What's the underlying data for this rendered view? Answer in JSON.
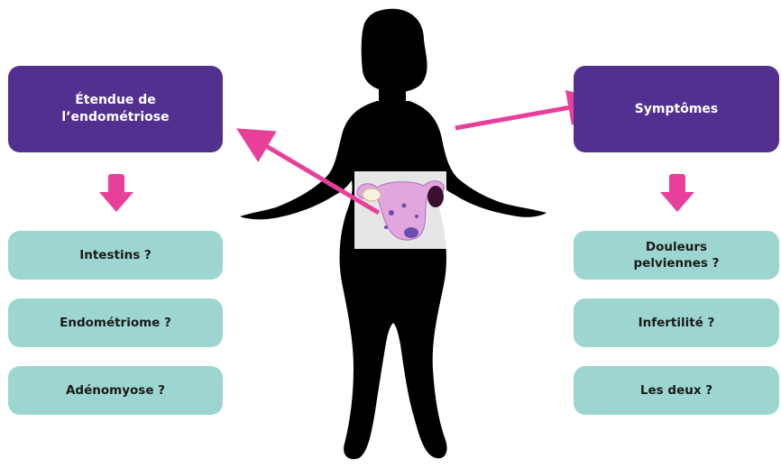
{
  "left": {
    "header": "Étendue de\nl’endométriose",
    "items": [
      "Intestins ?",
      "Endométriome ?",
      "Adénomyose ?"
    ]
  },
  "right": {
    "header": "Symptômes",
    "items": [
      "Douleurs\npelviennes ?",
      "Infertilité ?",
      "Les deux ?"
    ]
  },
  "colors": {
    "header_bg": "#52308f",
    "item_bg": "#9dd6d0",
    "arrow": "#e8409a",
    "silhouette": "#000000",
    "uterus": "#e0a6dd"
  },
  "icons": {
    "figure": "woman-silhouette-icon",
    "organ": "uterus-icon",
    "arrows": "down-arrow-icon"
  }
}
